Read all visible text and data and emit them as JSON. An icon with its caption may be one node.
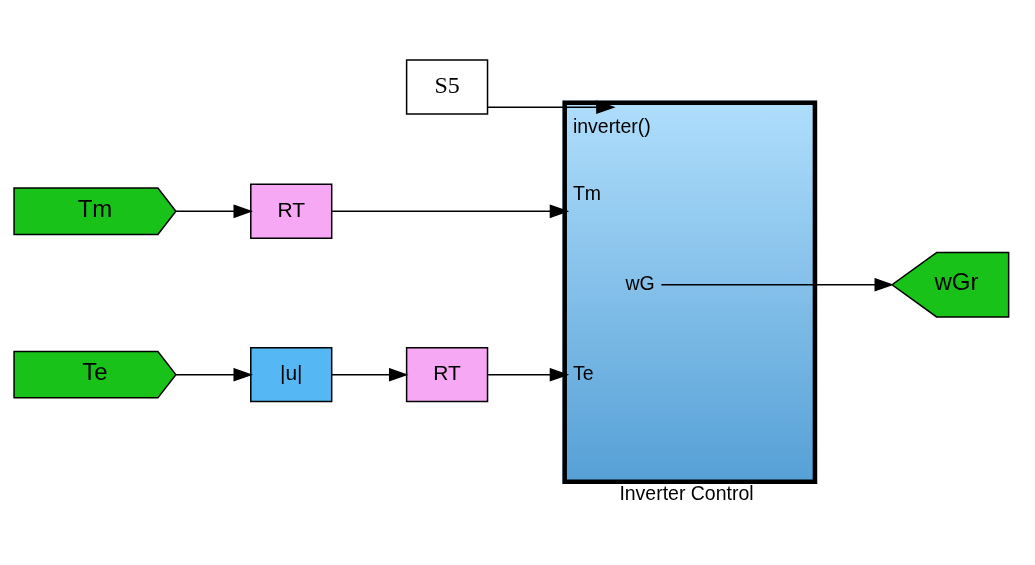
{
  "diagram": {
    "nodes": [
      {
        "text": [
          "S5"
        ]
      },
      {
        "text": [
          "Tm"
        ]
      },
      {
        "text": [
          "RT"
        ]
      },
      {
        "text": [
          "Te"
        ]
      },
      {
        "text": [
          "|u|"
        ]
      },
      {
        "text": [
          "RT"
        ]
      },
      {
        "text": [
          "inverter()",
          "Tm",
          "wG",
          "Te"
        ],
        "beside": [
          "Inverter Control"
        ]
      },
      {
        "text": [
          "wGr"
        ]
      }
    ],
    "edges": [
      {
        "from": 0,
        "to": 6,
        "arrow": "to"
      },
      {
        "from": 1,
        "to": 2,
        "arrow": "to"
      },
      {
        "from": 2,
        "to": 6,
        "arrow": "to"
      },
      {
        "from": 3,
        "to": 4,
        "arrow": "to"
      },
      {
        "from": 4,
        "to": 5,
        "arrow": "to"
      },
      {
        "from": 5,
        "to": 6,
        "arrow": "to"
      },
      {
        "from": 6,
        "to": 7,
        "arrow": "to"
      }
    ]
  }
}
